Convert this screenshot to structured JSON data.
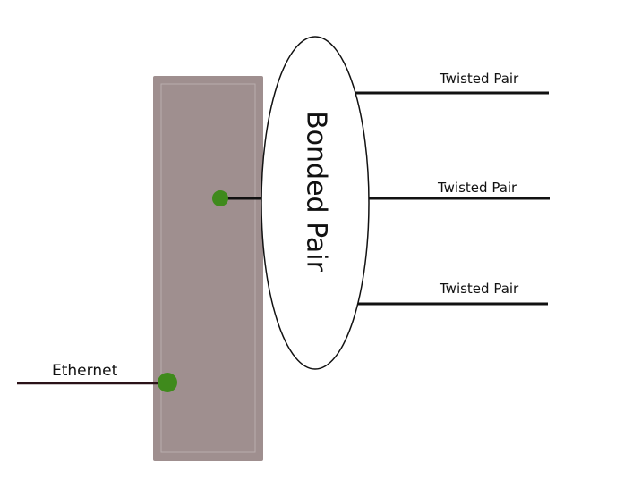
{
  "diagram": {
    "bonded_label": "Bonded Pair",
    "ethernet_label": "Ethernet",
    "twisted_pairs": [
      {
        "label": "Twisted Pair"
      },
      {
        "label": "Twisted Pair"
      },
      {
        "label": "Twisted Pair"
      }
    ],
    "colors": {
      "device_fill": "#9f8f8f",
      "device_inner_border": "#b9adad",
      "port_dot": "#3f8a1c",
      "ethernet_line": "#2a1218",
      "pair_line": "#111111",
      "ellipse_stroke": "#111111",
      "ellipse_fill": "#ffffff"
    }
  }
}
